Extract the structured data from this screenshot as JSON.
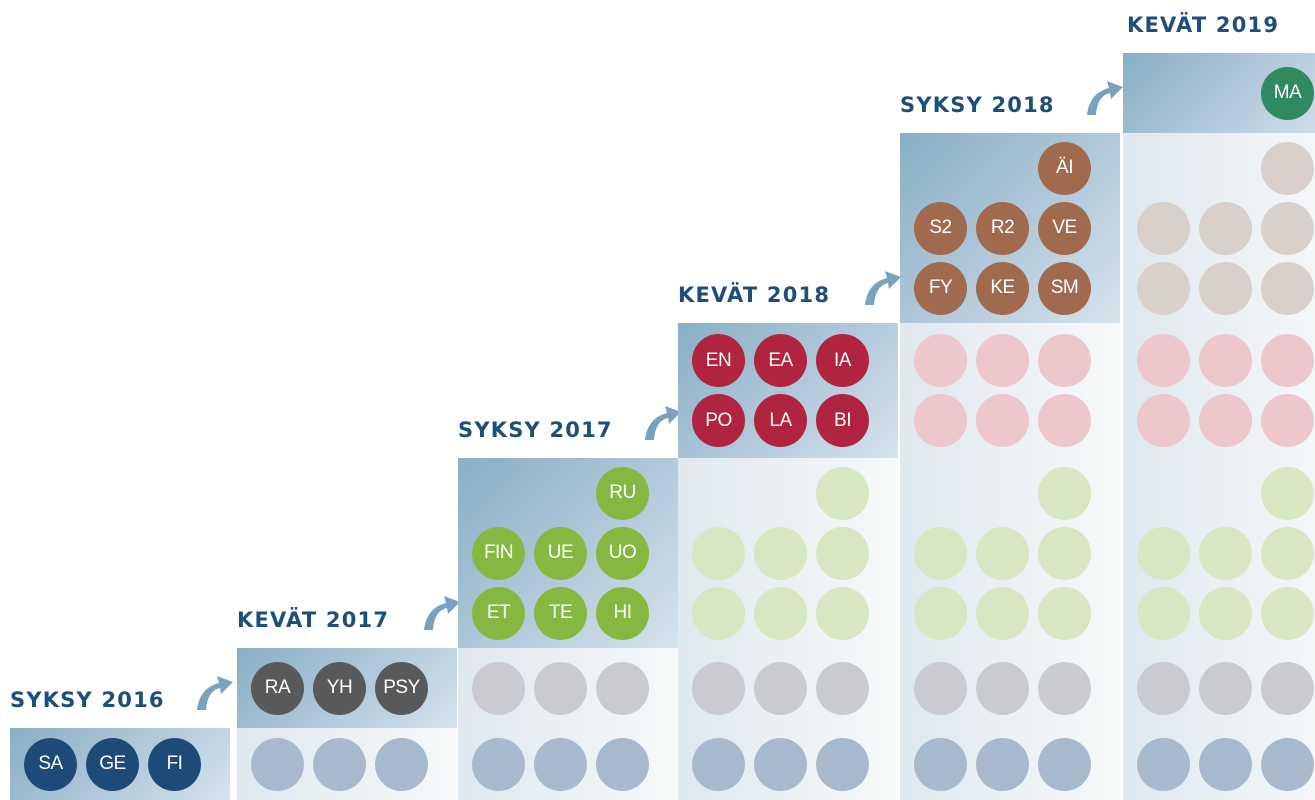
{
  "colors": {
    "navy": "#1e4a78",
    "gray": "#58595b",
    "green": "#86b841",
    "red": "#b0243f",
    "brown": "#a06a4f",
    "teal": "#2f8a5f",
    "title": "#1e4e7c",
    "arrow": "#7aa2c0"
  },
  "stages": [
    {
      "season": "SYKSY 2016",
      "row_color": "navy",
      "subjects": [
        "SA",
        "GE",
        "FI"
      ]
    },
    {
      "season": "KEVÄT 2017",
      "row_color": "gray",
      "subjects": [
        "RA",
        "YH",
        "PSY"
      ]
    },
    {
      "season": "SYKSY 2017",
      "row_color": "green",
      "subjects": [
        "RU",
        "FIN",
        "UE",
        "UO",
        "ET",
        "TE",
        "HI"
      ]
    },
    {
      "season": "KEVÄT 2018",
      "row_color": "red",
      "subjects": [
        "EN",
        "EA",
        "IA",
        "PO",
        "LA",
        "BI"
      ]
    },
    {
      "season": "SYKSY 2018",
      "row_color": "brown",
      "subjects": [
        "ÄI",
        "S2",
        "R2",
        "VE",
        "FY",
        "KE",
        "SM"
      ]
    },
    {
      "season": "KEVÄT 2019",
      "row_color": "teal",
      "subjects": [
        "MA"
      ]
    }
  ]
}
